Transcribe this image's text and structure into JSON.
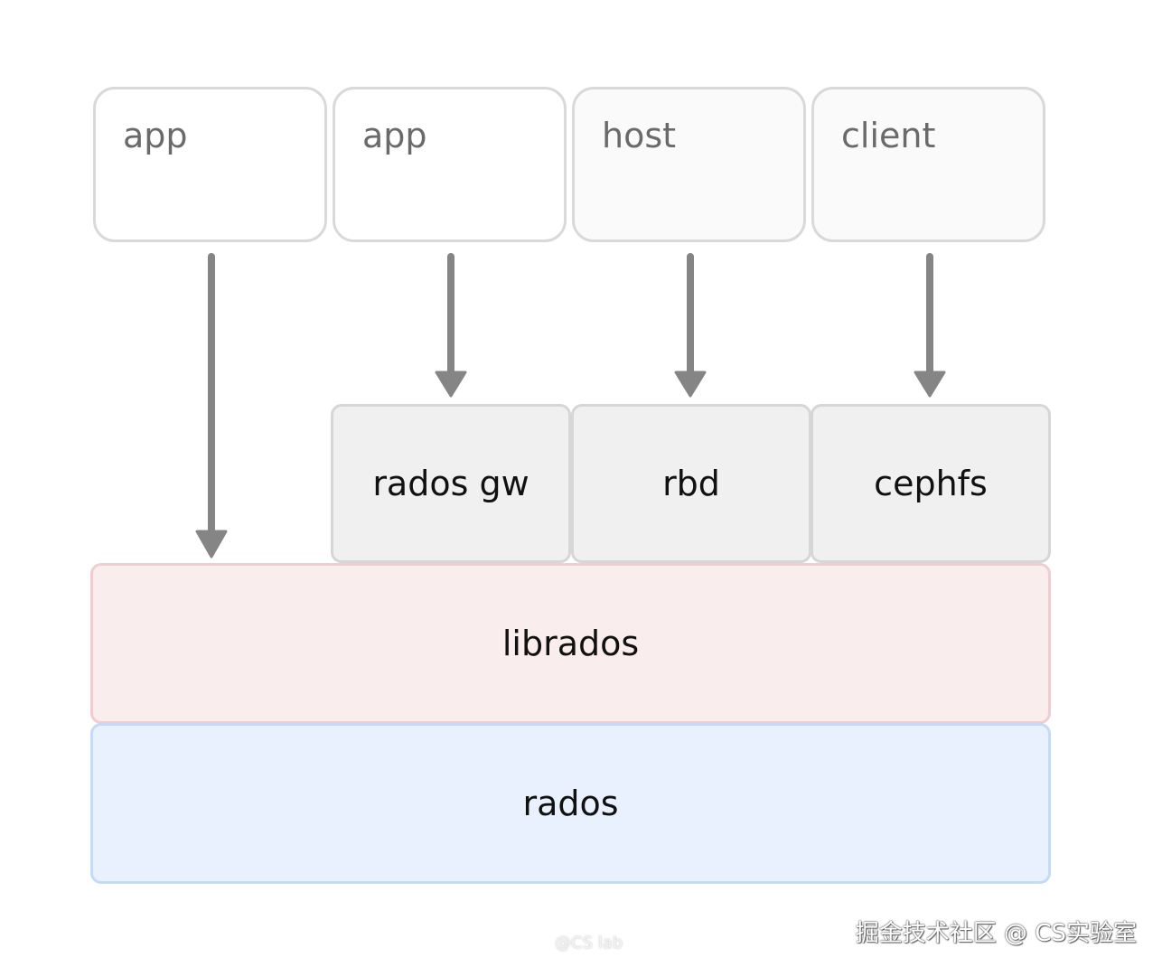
{
  "top_boxes": [
    {
      "label": "app"
    },
    {
      "label": "app"
    },
    {
      "label": "host"
    },
    {
      "label": "client"
    }
  ],
  "middle_boxes": [
    {
      "label": "rados gw"
    },
    {
      "label": "rbd"
    },
    {
      "label": "cephfs"
    }
  ],
  "layers": {
    "librados": "librados",
    "rados": "rados"
  },
  "colors": {
    "arrow": "#858585",
    "librados_fill": "#f9eded",
    "rados_fill": "#e8f1fd"
  },
  "watermark": "掘金技术社区 @ CS实验室",
  "sub_watermark": "@CS lab"
}
